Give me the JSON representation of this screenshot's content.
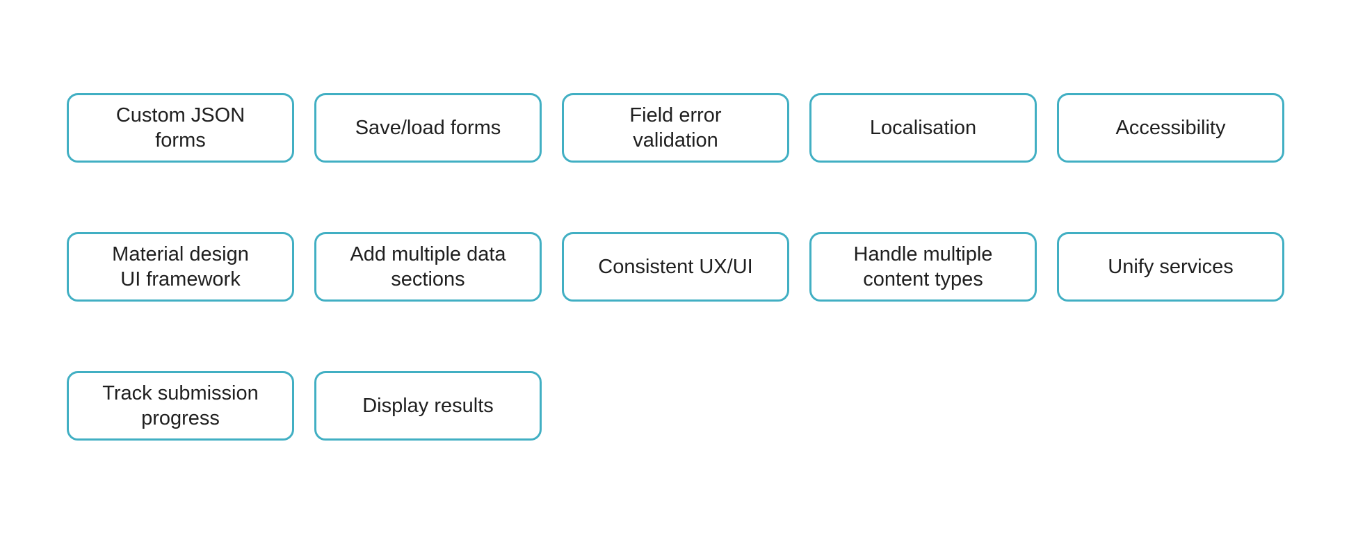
{
  "accent_color": "#41afc3",
  "cards": [
    {
      "label": "Custom JSON\nforms"
    },
    {
      "label": "Save/load forms"
    },
    {
      "label": "Field error\nvalidation"
    },
    {
      "label": "Localisation"
    },
    {
      "label": "Accessibility"
    },
    {
      "label": "Material design\nUI framework"
    },
    {
      "label": "Add multiple data\nsections"
    },
    {
      "label": "Consistent UX/UI"
    },
    {
      "label": "Handle multiple\ncontent types"
    },
    {
      "label": "Unify services"
    },
    {
      "label": "Track submission\nprogress"
    },
    {
      "label": "Display results"
    }
  ]
}
